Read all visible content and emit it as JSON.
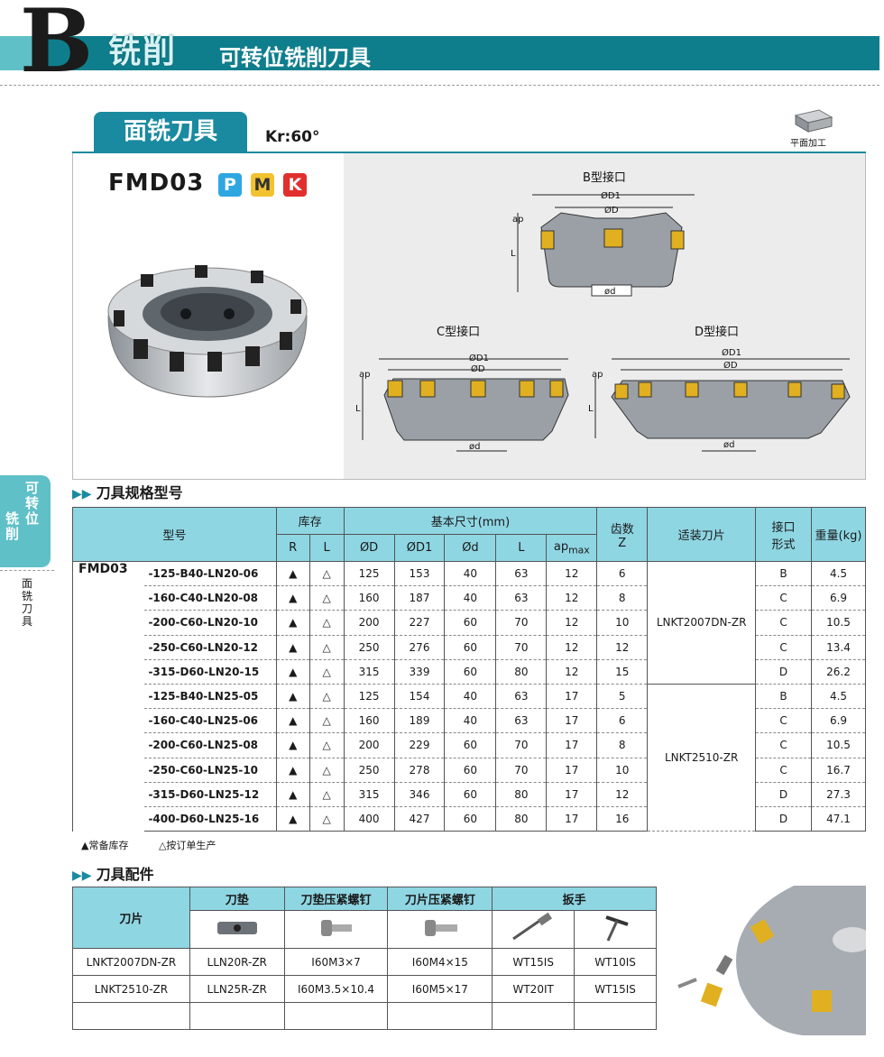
{
  "header": {
    "letter": "B",
    "category": "铣削",
    "subtitle": "可转位铣削刀具"
  },
  "section": {
    "title": "面铣刀具",
    "kr": "Kr:60°",
    "finish_label": "平面加工"
  },
  "product": {
    "model": "FMD03",
    "grades": [
      {
        "label": "P",
        "color": "#2ea7e0"
      },
      {
        "label": "M",
        "color": "#f2c230"
      },
      {
        "label": "K",
        "color": "#e0302e"
      }
    ],
    "diagram_titles": {
      "b": "B型接口",
      "c": "C型接口",
      "d": "D型接口"
    },
    "dims": {
      "D1": "ØD1",
      "D": "ØD",
      "d": "ød",
      "ap": "ap",
      "L": "L"
    }
  },
  "spec_section_title": "刀具规格型号",
  "spec_table": {
    "h_model": "型号",
    "h_stock": "库存",
    "h_basic": "基本尺寸(mm)",
    "h_teeth": "齿数",
    "h_teeth_z": "Z",
    "h_insert": "适装刀片",
    "h_iface": "接口",
    "h_iface2": "形式",
    "h_weight": "重量(kg)",
    "h_R": "R",
    "h_L": "L",
    "h_D": "ØD",
    "h_D1": "ØD1",
    "h_d": "Ød",
    "h_Len": "L",
    "h_ap": "ap",
    "h_ap_sub": "max",
    "family": "FMD03",
    "insert_group1": "LNKT2007DN-ZR",
    "insert_group2": "LNKT2510-ZR",
    "rows": [
      {
        "model": "-125-B40-LN20-06",
        "R": "▲",
        "L": "△",
        "D": "125",
        "D1": "153",
        "d": "40",
        "len": "63",
        "ap": "12",
        "z": "6",
        "iface": "B",
        "wt": "4.5"
      },
      {
        "model": "-160-C40-LN20-08",
        "R": "▲",
        "L": "△",
        "D": "160",
        "D1": "187",
        "d": "40",
        "len": "63",
        "ap": "12",
        "z": "8",
        "iface": "C",
        "wt": "6.9"
      },
      {
        "model": "-200-C60-LN20-10",
        "R": "▲",
        "L": "△",
        "D": "200",
        "D1": "227",
        "d": "60",
        "len": "70",
        "ap": "12",
        "z": "10",
        "iface": "C",
        "wt": "10.5"
      },
      {
        "model": "-250-C60-LN20-12",
        "R": "▲",
        "L": "△",
        "D": "250",
        "D1": "276",
        "d": "60",
        "len": "70",
        "ap": "12",
        "z": "12",
        "iface": "C",
        "wt": "13.4"
      },
      {
        "model": "-315-D60-LN20-15",
        "R": "▲",
        "L": "△",
        "D": "315",
        "D1": "339",
        "d": "60",
        "len": "80",
        "ap": "12",
        "z": "15",
        "iface": "D",
        "wt": "26.2"
      },
      {
        "model": "-125-B40-LN25-05",
        "R": "▲",
        "L": "△",
        "D": "125",
        "D1": "154",
        "d": "40",
        "len": "63",
        "ap": "17",
        "z": "5",
        "iface": "B",
        "wt": "4.5"
      },
      {
        "model": "-160-C40-LN25-06",
        "R": "▲",
        "L": "△",
        "D": "160",
        "D1": "189",
        "d": "40",
        "len": "63",
        "ap": "17",
        "z": "6",
        "iface": "C",
        "wt": "6.9"
      },
      {
        "model": "-200-C60-LN25-08",
        "R": "▲",
        "L": "△",
        "D": "200",
        "D1": "229",
        "d": "60",
        "len": "70",
        "ap": "17",
        "z": "8",
        "iface": "C",
        "wt": "10.5"
      },
      {
        "model": "-250-C60-LN25-10",
        "R": "▲",
        "L": "△",
        "D": "250",
        "D1": "278",
        "d": "60",
        "len": "70",
        "ap": "17",
        "z": "10",
        "iface": "C",
        "wt": "16.7"
      },
      {
        "model": "-315-D60-LN25-12",
        "R": "▲",
        "L": "△",
        "D": "315",
        "D1": "346",
        "d": "60",
        "len": "80",
        "ap": "17",
        "z": "12",
        "iface": "D",
        "wt": "27.3"
      },
      {
        "model": "-400-D60-LN25-16",
        "R": "▲",
        "L": "△",
        "D": "400",
        "D1": "427",
        "d": "60",
        "len": "80",
        "ap": "17",
        "z": "16",
        "iface": "D",
        "wt": "47.1"
      }
    ]
  },
  "legend": {
    "stock": "▲常备库存",
    "order": "△按订单生产"
  },
  "acc_section_title": "刀具配件",
  "acc_table": {
    "h_insert": "刀片",
    "h_shim": "刀垫",
    "h_shim_screw": "刀垫压紧螺钉",
    "h_insert_screw": "刀片压紧螺钉",
    "h_wrench": "扳手",
    "rows": [
      {
        "insert": "LNKT2007DN-ZR",
        "shim": "LLN20R-ZR",
        "shim_screw": "I60M3×7",
        "insert_screw": "I60M4×15",
        "w1": "WT15IS",
        "w2": "WT10IS"
      },
      {
        "insert": "LNKT2510-ZR",
        "shim": "LLN25R-ZR",
        "shim_screw": "I60M3.5×10.4",
        "insert_screw": "I60M5×17",
        "w1": "WT20IT",
        "w2": "WT15IS"
      }
    ]
  },
  "side_tab": {
    "line1": "可转位",
    "line2": "铣削",
    "vertical": "面铣刀具"
  }
}
